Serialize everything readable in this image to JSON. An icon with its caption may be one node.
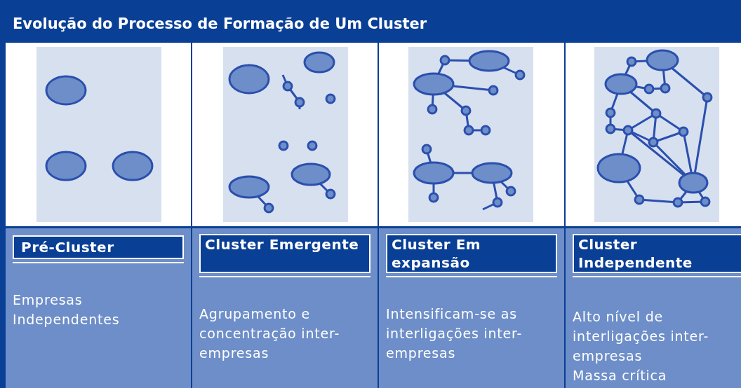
{
  "diagram": {
    "title": "Evolução do Processo de Formação de Um Cluster",
    "nodes": [
      {
        "text": [
          "Pré-Cluster",
          "Empresas Independentes"
        ]
      },
      {
        "text": [
          "Cluster Emergente",
          "Agrupamento e concentração inter-empresas"
        ]
      },
      {
        "text": [
          "Cluster Em expansão",
          "Intensificam-se as interligações inter-empresas"
        ]
      },
      {
        "text": [
          "Cluster Independente",
          "Alto nível de interligações inter-empresas",
          "Massa crítica"
        ]
      }
    ]
  }
}
